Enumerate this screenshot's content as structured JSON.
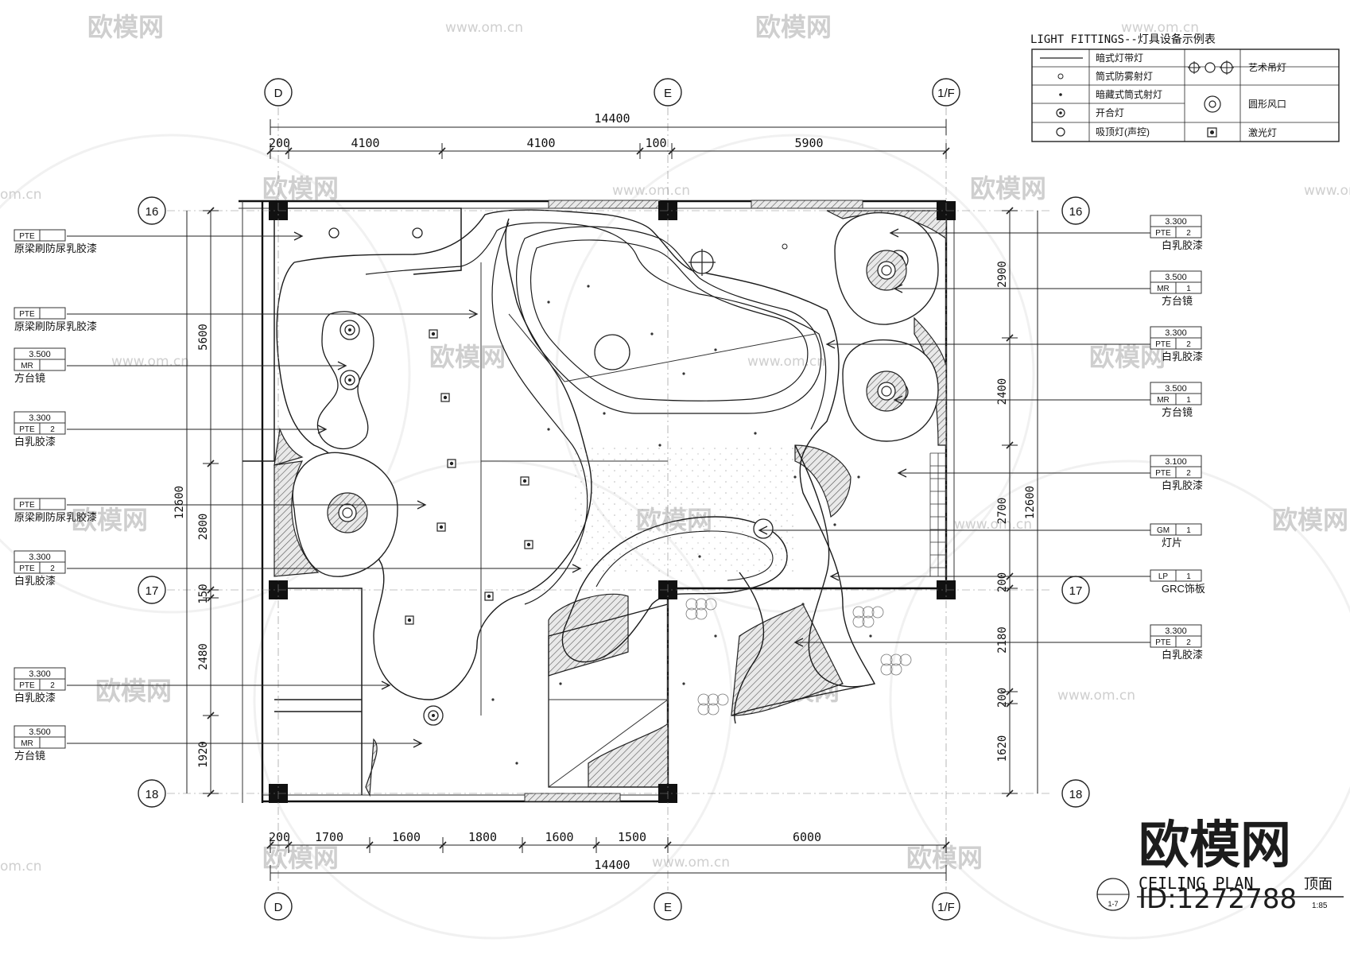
{
  "watermarks": {
    "brand": "欧模网",
    "site": "www.om.cn",
    "site_short": "om.cn",
    "big_brand": "欧模网",
    "id_label": "ID:1272788"
  },
  "grid": {
    "columns": [
      "D",
      "E",
      "1/F"
    ],
    "rows": [
      "16",
      "17",
      "18"
    ]
  },
  "dimensions": {
    "top_total": "14400",
    "top_segments": [
      "200",
      "4100",
      "4100",
      "100",
      "5900"
    ],
    "bottom_total": "14400",
    "bottom_segments": [
      "200",
      "1700",
      "1600",
      "1800",
      "1600",
      "1500",
      "6000"
    ],
    "left_total": "12600",
    "left_segments": [
      "5600",
      "2800",
      "150",
      "2480",
      "1920"
    ],
    "right_total": "12600",
    "right_segments": [
      "2900",
      "2400",
      "2700",
      "200",
      "2180",
      "200",
      "1620"
    ]
  },
  "legend": {
    "title": "LIGHT FITTINGS--灯具设备示例表",
    "items": [
      {
        "symbol": "dash-line",
        "label": "暗式灯带灯"
      },
      {
        "symbol": "small-diamond",
        "label": "筒式防雾射灯"
      },
      {
        "symbol": "small-dot",
        "label": "暗藏式筒式射灯"
      },
      {
        "symbol": "dot-circle",
        "label": "开合灯"
      },
      {
        "symbol": "circle",
        "label": "吸顶灯(声控)"
      }
    ],
    "items_right": [
      {
        "symbol": "triple-circle",
        "label": "艺术吊灯"
      },
      {
        "symbol": "double-circle",
        "label": "圆形风口"
      },
      {
        "symbol": "square-dot",
        "label": "激光灯"
      }
    ]
  },
  "left_callouts": [
    {
      "height": "",
      "code": "PTE",
      "num": "",
      "text": "原梁刷防尿乳胶漆"
    },
    {
      "height": "",
      "code": "PTE",
      "num": "",
      "text": "原梁刷防尿乳胶漆"
    },
    {
      "height": "3.500",
      "code": "MR",
      "num": "",
      "text": "方台镜"
    },
    {
      "height": "3.300",
      "code": "PTE",
      "num": "2",
      "text": "白乳胶漆"
    },
    {
      "height": "",
      "code": "PTE",
      "num": "",
      "text": "原梁刷防尿乳胶漆"
    },
    {
      "height": "3.300",
      "code": "PTE",
      "num": "2",
      "text": "白乳胶漆"
    },
    {
      "height": "3.300",
      "code": "PTE",
      "num": "2",
      "text": "白乳胶漆"
    },
    {
      "height": "3.500",
      "code": "MR",
      "num": "",
      "text": "方台镜"
    }
  ],
  "right_callouts": [
    {
      "height": "3.300",
      "code": "PTE",
      "num": "2",
      "text": "白乳胶漆"
    },
    {
      "height": "3.500",
      "code": "MR",
      "num": "1",
      "text": "方台镜"
    },
    {
      "height": "3.300",
      "code": "PTE",
      "num": "2",
      "text": "白乳胶漆"
    },
    {
      "height": "3.500",
      "code": "MR",
      "num": "1",
      "text": "方台镜"
    },
    {
      "height": "3.100",
      "code": "PTE",
      "num": "2",
      "text": "白乳胶漆"
    },
    {
      "height": "",
      "code": "GM",
      "num": "1",
      "text": "灯片"
    },
    {
      "height": "",
      "code": "LP",
      "num": "1",
      "text": "GRC饰板"
    },
    {
      "height": "3.300",
      "code": "PTE",
      "num": "2",
      "text": "白乳胶漆"
    }
  ],
  "title_block": {
    "tag_top": "",
    "tag_bottom": "1-7",
    "title": "CEILING PLAN",
    "title_cn": "顶面",
    "scale": "1:85"
  }
}
